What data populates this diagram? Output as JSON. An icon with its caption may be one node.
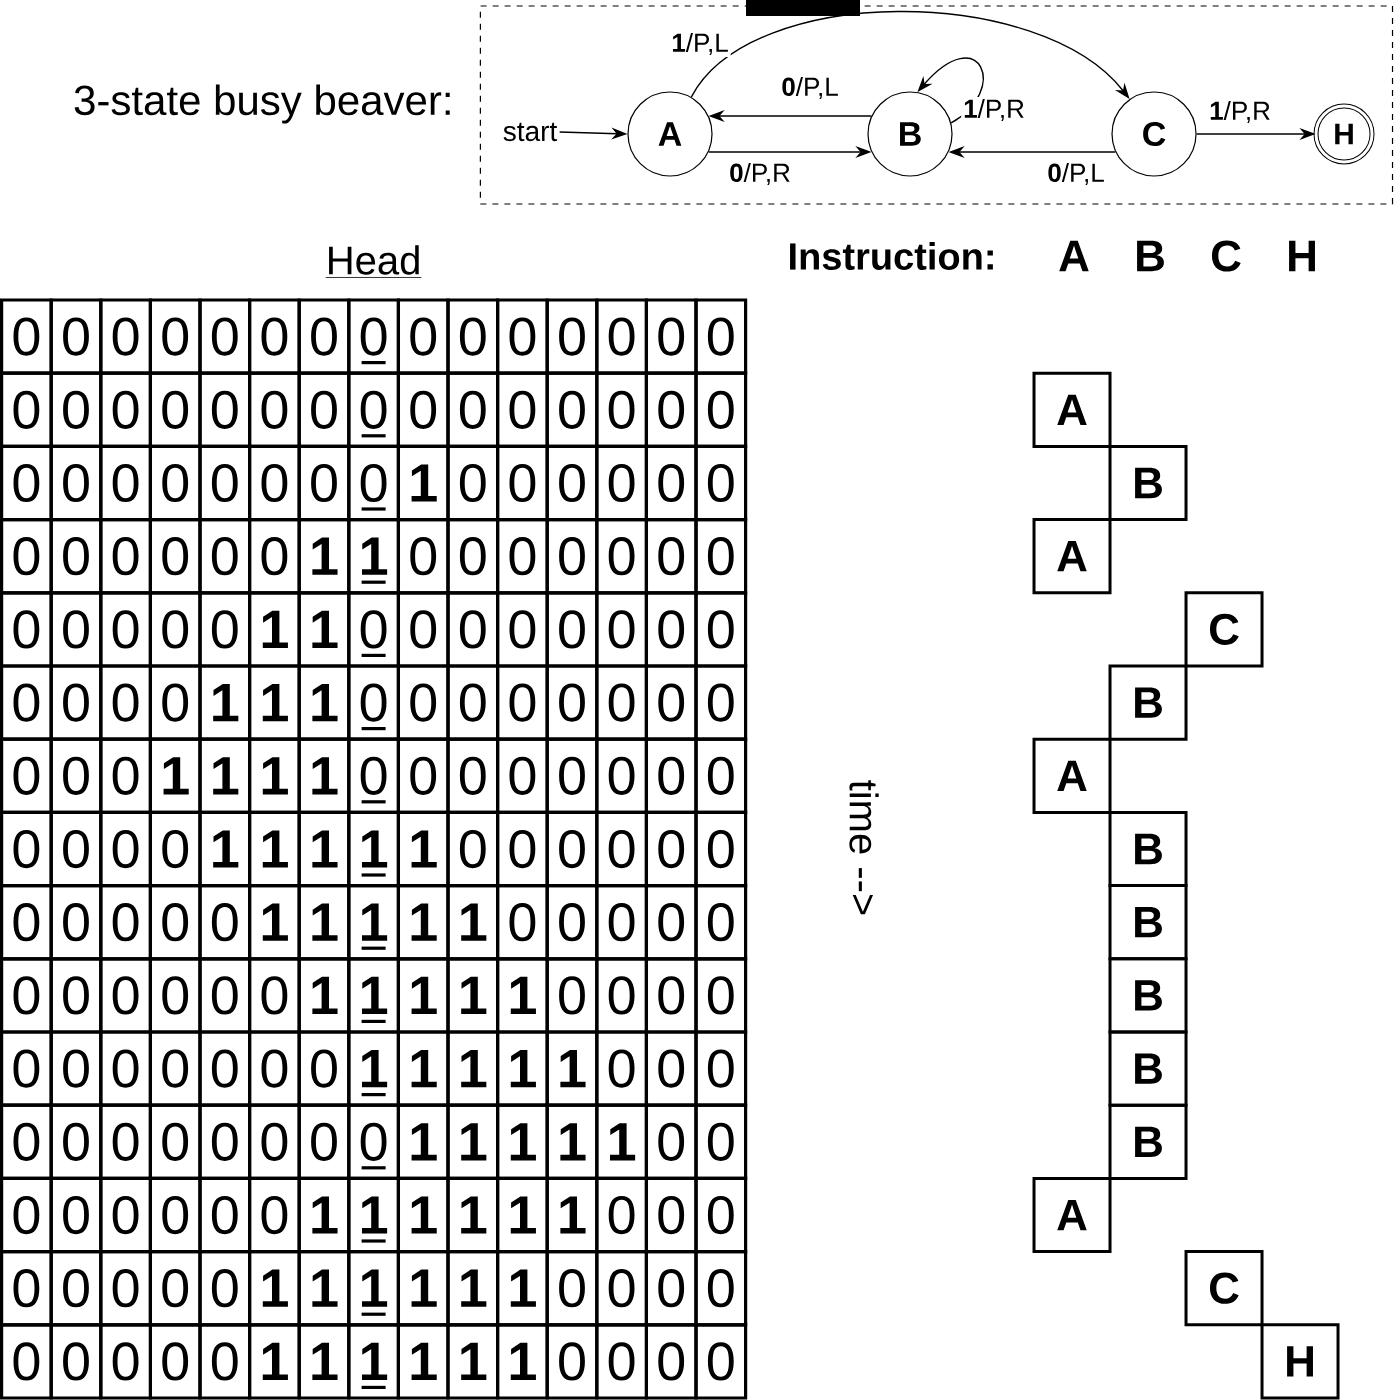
{
  "diagram": {
    "title": "3-state busy beaver:",
    "nodes": [
      {
        "text": [],
        "shape": "box"
      },
      {
        "text": [
          "start"
        ],
        "in": 0
      },
      {
        "text": [
          "A"
        ],
        "in": 0
      },
      {
        "text": [
          "B"
        ],
        "in": 0
      },
      {
        "text": [
          "C"
        ],
        "in": 0
      },
      {
        "text": [
          "H"
        ],
        "in": 0
      },
      {
        "text": [
          "A"
        ]
      },
      {
        "text": [
          "B"
        ]
      },
      {
        "text": [
          "A"
        ]
      },
      {
        "text": [
          "C"
        ]
      },
      {
        "text": [
          "B"
        ]
      },
      {
        "text": [
          "A"
        ]
      },
      {
        "text": [
          "B"
        ]
      },
      {
        "text": [
          "B"
        ]
      },
      {
        "text": [
          "B"
        ]
      },
      {
        "text": [
          "B"
        ]
      },
      {
        "text": [
          "B"
        ]
      },
      {
        "text": [
          "A"
        ]
      },
      {
        "text": [
          "C"
        ]
      },
      {
        "text": [
          "H"
        ]
      }
    ],
    "edges": [
      {
        "from": 1,
        "to": 2,
        "arrow": "to"
      },
      {
        "from": 2,
        "to": 4,
        "arrow": "to",
        "label": "**1**/P,L"
      },
      {
        "from": 3,
        "to": 2,
        "arrow": "to",
        "label": "**0**/P,L"
      },
      {
        "from": 3,
        "to": 3,
        "arrow": "to",
        "label": "**1**/P,R"
      },
      {
        "from": 2,
        "to": 3,
        "arrow": "to",
        "label": "**0**/P,R"
      },
      {
        "from": 4,
        "to": 3,
        "arrow": "to",
        "label": "**0**/P,L"
      },
      {
        "from": 4,
        "to": 5,
        "arrow": "to",
        "label": "**1**/P,R"
      }
    ],
    "labels": [
      "Head",
      "Instruction:",
      "A",
      "B",
      "C",
      "H",
      "0",
      "0",
      "0",
      "0",
      "0",
      "0",
      "0",
      "0",
      "0",
      "0",
      "0",
      "0",
      "0",
      "0",
      "0",
      "0",
      "0",
      "0",
      "0",
      "0",
      "0",
      "0",
      "0",
      "0",
      "0",
      "0",
      "0",
      "0",
      "0",
      "0",
      "0",
      "0",
      "0",
      "0",
      "0",
      "0",
      "0",
      "0",
      "**1**",
      "0",
      "0",
      "0",
      "0",
      "0",
      "0",
      "0",
      "0",
      "0",
      "0",
      "0",
      "0",
      "**1**",
      "**1**",
      "0",
      "0",
      "0",
      "0",
      "0",
      "0",
      "0",
      "0",
      "0",
      "0",
      "0",
      "0",
      "**1**",
      "**1**",
      "0",
      "0",
      "0",
      "0",
      "0",
      "0",
      "0",
      "0",
      "0",
      "0",
      "0",
      "0",
      "**1**",
      "**1**",
      "**1**",
      "0",
      "0",
      "0",
      "0",
      "0",
      "0",
      "0",
      "0",
      "0",
      "0",
      "0",
      "**1**",
      "**1**",
      "**1**",
      "**1**",
      "0",
      "0",
      "0",
      "0",
      "0",
      "0",
      "0",
      "0",
      "0",
      "0",
      "0",
      "0",
      "**1**",
      "**1**",
      "**1**",
      "**1**",
      "**1**",
      "0",
      "0",
      "0",
      "0",
      "0",
      "0",
      "0",
      "0",
      "0",
      "0",
      "0",
      "**1**",
      "**1**",
      "**1**",
      "**1**",
      "**1**",
      "0",
      "0",
      "0",
      "0",
      "0",
      "0",
      "0",
      "0",
      "0",
      "0",
      "0",
      "**1**",
      "**1**",
      "**1**",
      "**1**",
      "**1**",
      "0",
      "0",
      "0",
      "0",
      "0",
      "0",
      "0",
      "0",
      "0",
      "0",
      "0",
      "**1**",
      "**1**",
      "**1**",
      "**1**",
      "**1**",
      "0",
      "0",
      "0",
      "0",
      "0",
      "0",
      "0",
      "0",
      "0",
      "0",
      "0",
      "**1**",
      "**1**",
      "**1**",
      "**1**",
      "**1**",
      "0",
      "0",
      "0",
      "0",
      "0",
      "0",
      "0",
      "0",
      "**1**",
      "**1**",
      "**1**",
      "**1**",
      "**1**",
      "**1**",
      "0",
      "0",
      "0",
      "0",
      "0",
      "0",
      "0",
      "0",
      "**1**",
      "**1**",
      "**1**",
      "**1**",
      "**1**",
      "**1**",
      "0",
      "0",
      "0",
      "0",
      "0",
      "0",
      "0",
      "0",
      "0",
      "**1**",
      "**1**",
      "**1**",
      "**1**",
      "**1**",
      "**1**",
      "0",
      "0",
      "0",
      "0",
      "time -->"
    ]
  }
}
